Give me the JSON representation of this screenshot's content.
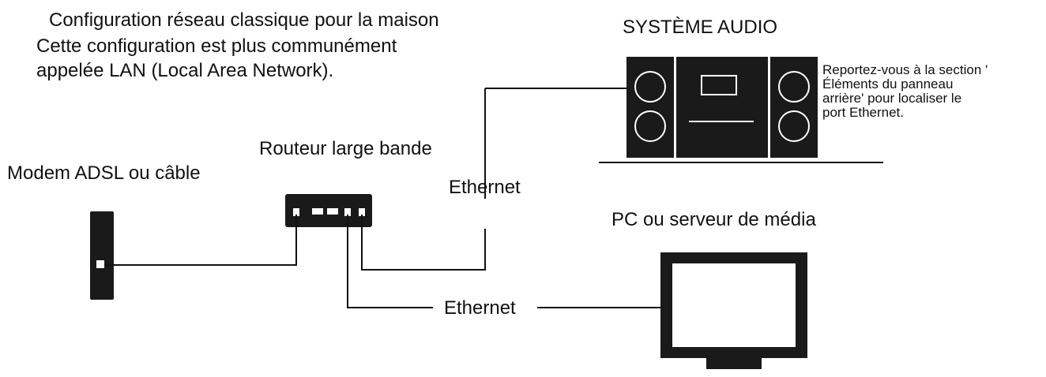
{
  "intro": {
    "line1": "Configuration réseau classique pour la maison",
    "line2": "Cette configuration est plus communément",
    "line3": "appelée LAN (Local Area Network)."
  },
  "labels": {
    "audio_system": "SYSTÈME AUDIO",
    "router": "Routeur large bande",
    "modem": "Modem ADSL ou câble",
    "pc": "PC ou serveur de média",
    "ethernet_upper": "Ethernet",
    "ethernet_lower": "Ethernet"
  },
  "note": {
    "line1": "Reportez-vous à la section '",
    "line2": "Éléments du panneau",
    "line3": "arrière' pour localiser le",
    "line4": "port Ethernet."
  },
  "icons": {
    "modem": "modem-icon",
    "router": "router-icon",
    "audio": "audio-system-icon",
    "pc": "monitor-icon"
  }
}
